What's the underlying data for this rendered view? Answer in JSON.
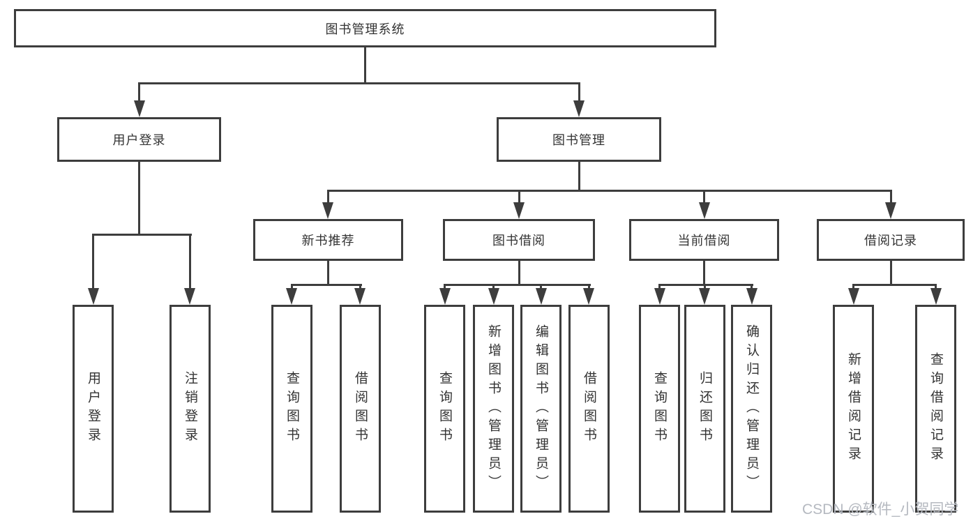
{
  "diagram": {
    "type": "tree",
    "root": {
      "label": "图书管理系统",
      "children": [
        {
          "label": "用户登录",
          "children": [
            {
              "label": "用户登录"
            },
            {
              "label": "注销登录"
            }
          ]
        },
        {
          "label": "图书管理",
          "children": [
            {
              "label": "新书推荐",
              "children": [
                {
                  "label": "查询图书"
                },
                {
                  "label": "借阅图书"
                }
              ]
            },
            {
              "label": "图书借阅",
              "children": [
                {
                  "label": "查询图书"
                },
                {
                  "label": "新增图书（管理员）"
                },
                {
                  "label": "编辑图书（管理员）"
                },
                {
                  "label": "借阅图书"
                }
              ]
            },
            {
              "label": "当前借阅",
              "children": [
                {
                  "label": "查询图书"
                },
                {
                  "label": "归还图书"
                },
                {
                  "label": "确认归还（管理员）"
                }
              ]
            },
            {
              "label": "借阅记录",
              "children": [
                {
                  "label": "新增借阅记录"
                },
                {
                  "label": "查询借阅记录"
                }
              ]
            }
          ]
        }
      ]
    }
  },
  "watermark": {
    "text": "CSDN @软件_小贺同学"
  },
  "colors": {
    "line": "#3d3d3d",
    "text": "#333333",
    "background": "#ffffff",
    "watermark": "#b5b9c0"
  }
}
